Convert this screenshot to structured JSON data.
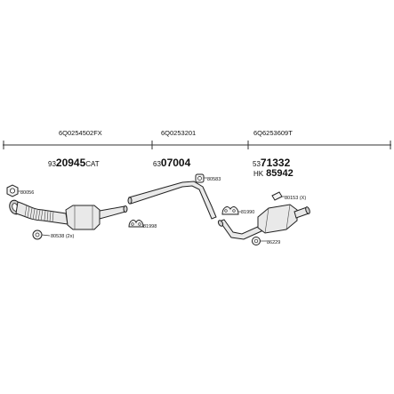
{
  "groups": [
    {
      "part_number": "6Q0254502FX",
      "code_prefix": "93",
      "code_main": "20945",
      "code_suffix": "CAT"
    },
    {
      "part_number": "6Q0253201",
      "code_prefix": "63",
      "code_main": "07004",
      "code_suffix": ""
    },
    {
      "part_number": "6Q6253609T",
      "code_prefix": "53",
      "code_main": "71332",
      "code_suffix": "",
      "extra_prefix": "HK",
      "extra_main": "85942"
    }
  ],
  "callouts": {
    "c80056": "80056",
    "c80538": "80538 (2x)",
    "c81998": "81998",
    "c80583": "80583",
    "c81990": "81990",
    "c80153": "80153 (X)",
    "c86229": "86229"
  },
  "colors": {
    "line": "#222222",
    "part_fill": "#e9e9e9",
    "part_shade": "#cfcfcf"
  }
}
